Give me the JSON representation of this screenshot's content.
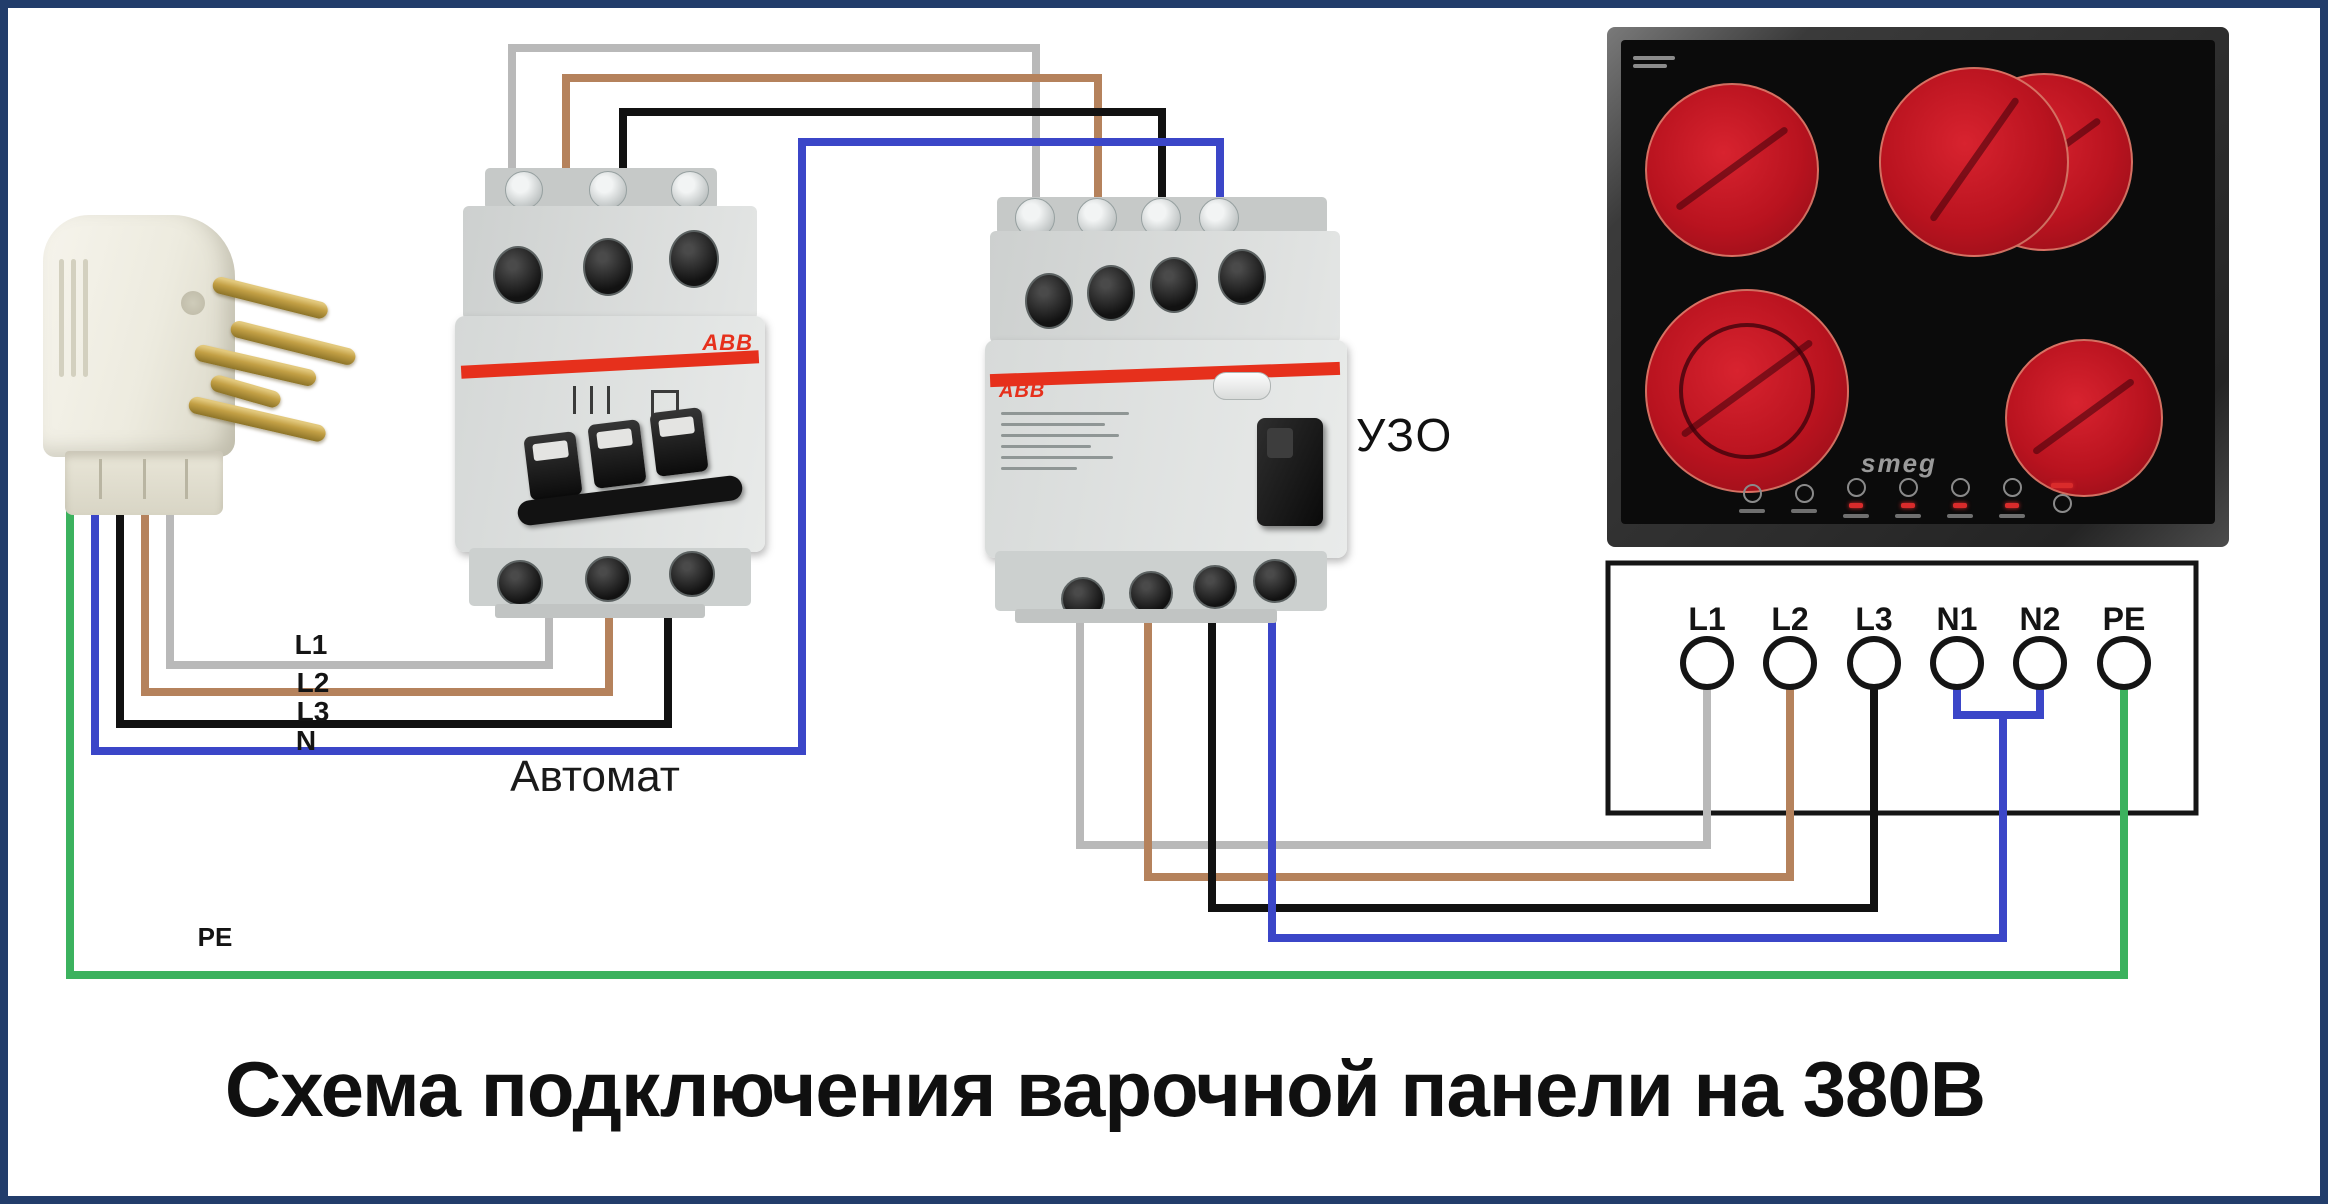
{
  "title": "Схема подключения варочной панели на 380В",
  "wire_labels": {
    "l1": "L1",
    "l2": "L2",
    "l3": "L3",
    "n": "N",
    "pe": "PE"
  },
  "device_labels": {
    "breaker": "Автомат",
    "rcd": "УЗО"
  },
  "brands": {
    "breaker": "ABB",
    "rcd": "ABB",
    "cooktop": "smeg"
  },
  "terminal_block": {
    "terminals": [
      "L1",
      "L2",
      "L3",
      "N1",
      "N2",
      "PE"
    ]
  },
  "colors": {
    "frame_blue": "#223d6b",
    "wire_gray": "#b9b9b9",
    "wire_brown": "#b5825c",
    "wire_black": "#111111",
    "wire_blue": "#3b46c8",
    "wire_green": "#3cb25e",
    "stripe_red": "#e6301c",
    "burner_red": "#b9131f",
    "terminal_stroke": "#151515"
  }
}
